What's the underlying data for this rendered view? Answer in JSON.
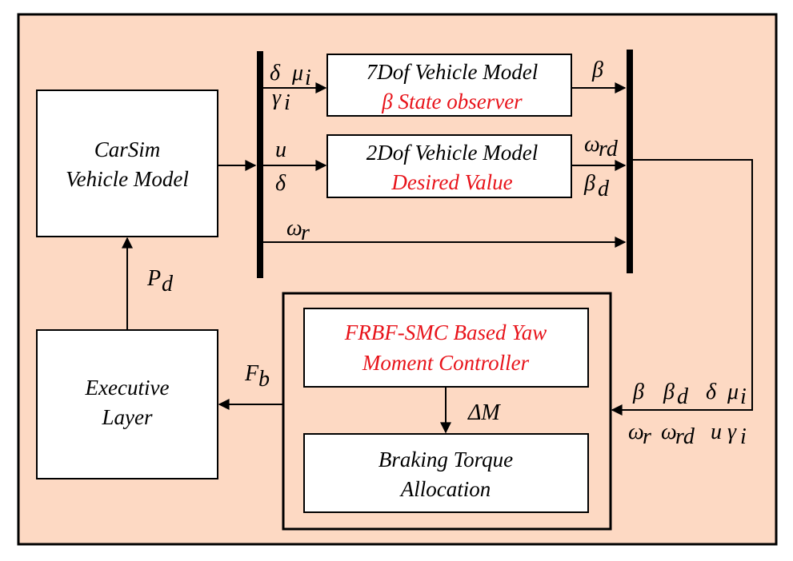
{
  "colors": {
    "background": "#fdd9c3",
    "box_fill": "#ffffff",
    "line": "#000000",
    "highlight_text": "#e8141b"
  },
  "blocks": {
    "carsim": {
      "line1": "CarSim",
      "line2": "Vehicle Model"
    },
    "executive": {
      "line1": "Executive",
      "line2": "Layer"
    },
    "dof7": {
      "line1": "7Dof Vehicle Model",
      "line2": "β State observer"
    },
    "dof2": {
      "line1": "2Dof Vehicle Model",
      "line2": "Desired Value"
    },
    "controller": {
      "line1": "FRBF-SMC Based Yaw",
      "line2": "Moment Controller"
    },
    "allocation": {
      "line1": "Braking Torque",
      "line2": "Allocation"
    }
  },
  "signals": {
    "pd": "P",
    "pd_sub": "d",
    "fb": "F",
    "fb_sub": "b",
    "delta_m": "ΔM",
    "dof7_in": {
      "delta": "δ",
      "mu": "μ",
      "mu_sub": "i",
      "gamma": "γ",
      "gamma_sub": "i"
    },
    "dof7_out": {
      "beta": "β"
    },
    "dof2_in": {
      "u": "u",
      "delta": "δ"
    },
    "dof2_out": {
      "omega": "ω",
      "omega_sub": "rd",
      "beta": "β",
      "beta_sub": "d"
    },
    "omega_r": {
      "sym": "ω",
      "sub": "r"
    },
    "feedback_top": {
      "beta": "β",
      "beta_d": "β",
      "beta_d_sub": "d",
      "delta": "δ",
      "mu": "μ",
      "mu_sub": "i"
    },
    "feedback_bottom": {
      "omega_r": "ω",
      "omega_r_sub": "r",
      "omega_rd": "ω",
      "omega_rd_sub": "rd",
      "u": "u",
      "gamma": "γ",
      "gamma_sub": "i"
    }
  }
}
